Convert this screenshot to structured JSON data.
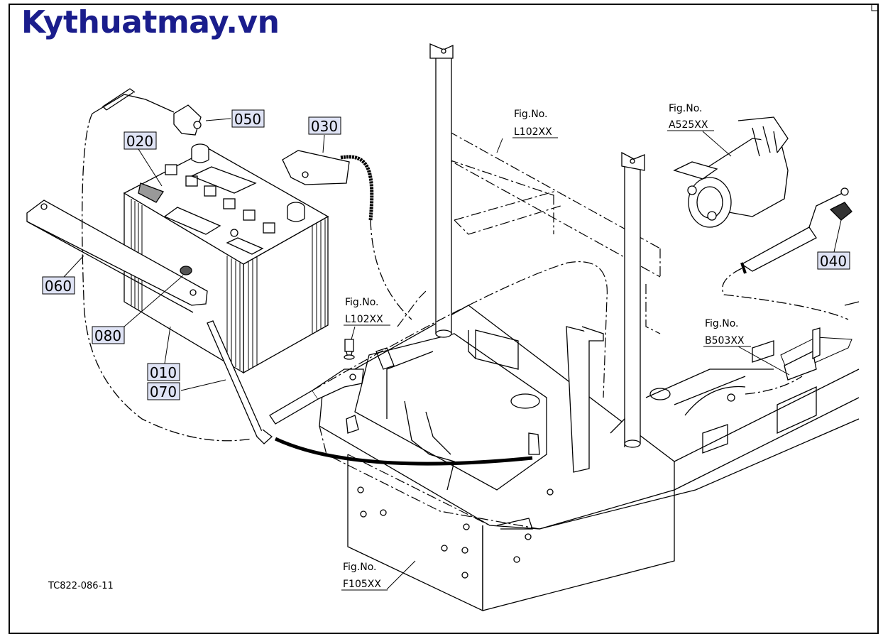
{
  "header": {
    "site_title": "Kythuatmay.vn"
  },
  "drawing": {
    "code": "TC822-086-11"
  },
  "part_labels": [
    "050",
    "030",
    "020",
    "060",
    "080",
    "010",
    "070",
    "040"
  ],
  "fig_refs": [
    {
      "label": "Fig.No.",
      "ref": "L102XX"
    },
    {
      "label": "Fig.No.",
      "ref": "A525XX"
    },
    {
      "label": "Fig.No.",
      "ref": "L102XX"
    },
    {
      "label": "Fig.No.",
      "ref": "B503XX"
    },
    {
      "label": "Fig.No.",
      "ref": "F105XX"
    }
  ],
  "colors": {
    "title": "#1a1d8c",
    "label_box": "#dfe3f5",
    "line": "#000000"
  }
}
